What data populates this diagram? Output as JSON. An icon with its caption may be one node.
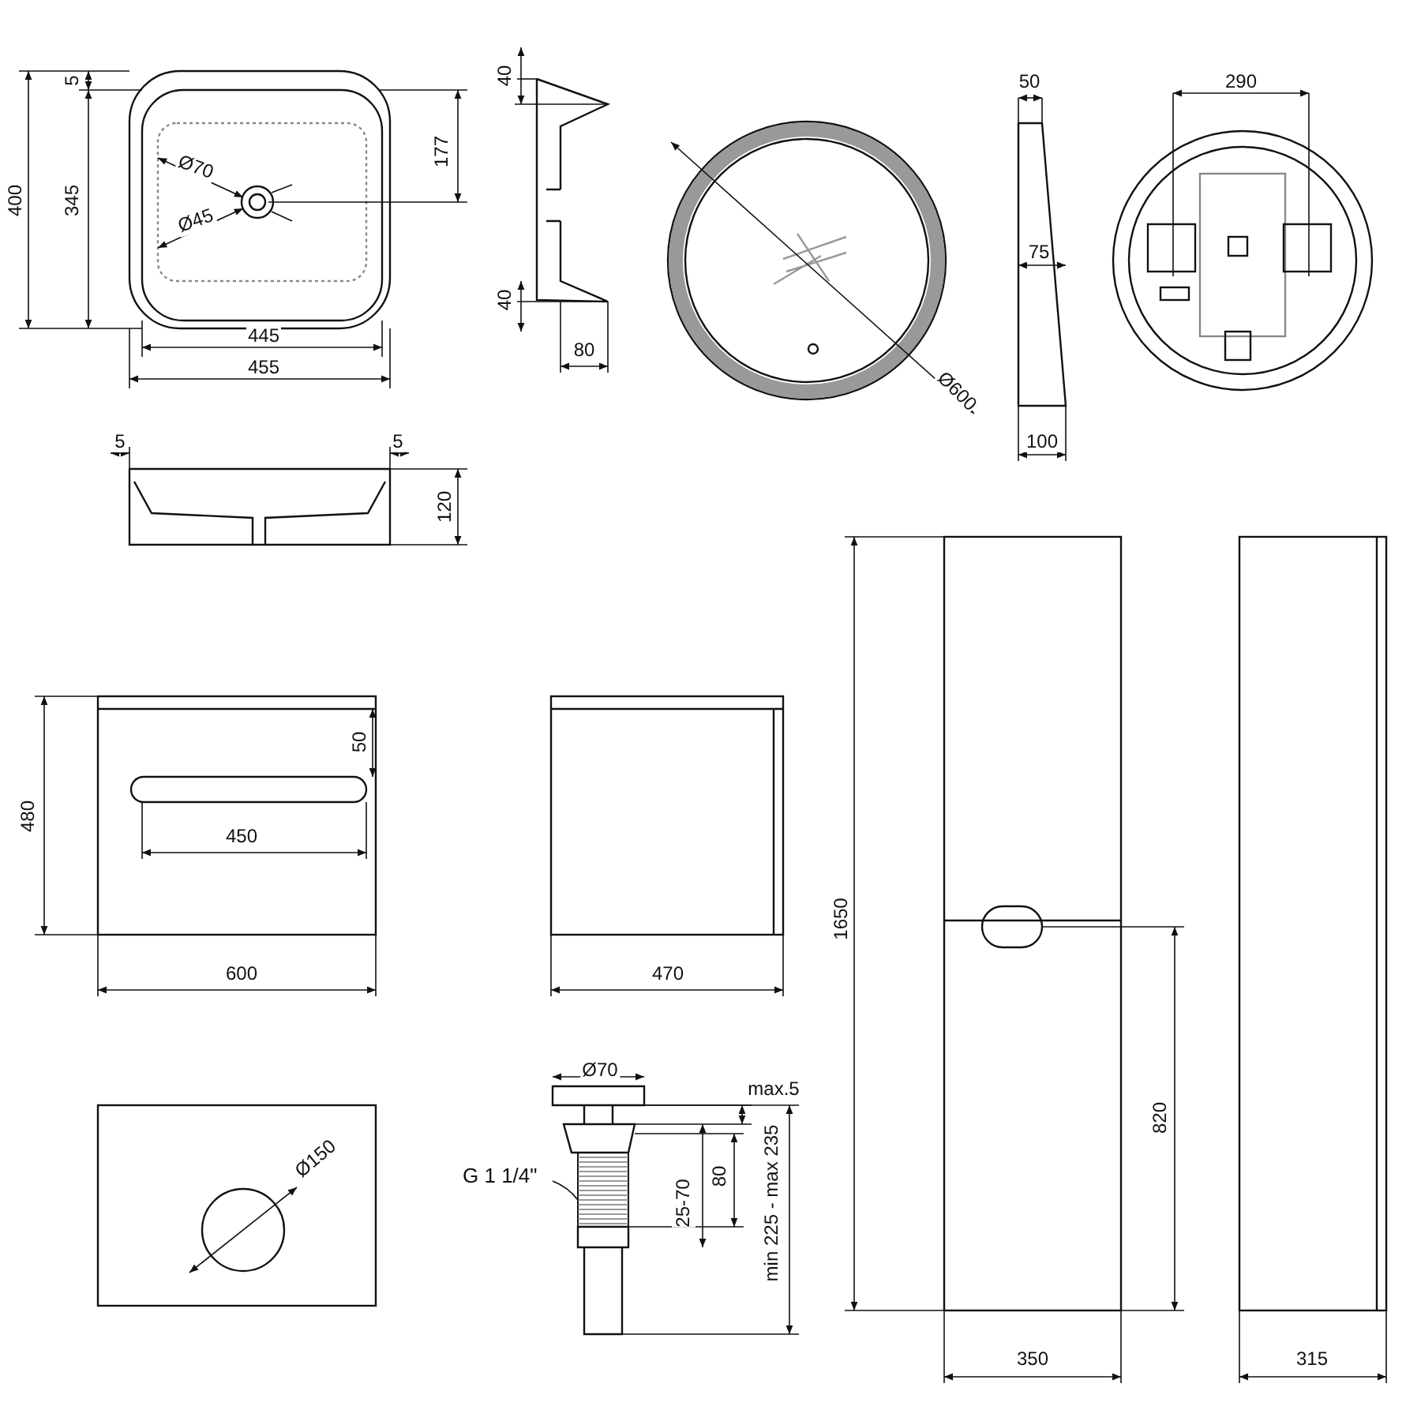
{
  "diagram": {
    "nodes": [
      {
        "text": [
          "G 1 1/4\""
        ]
      },
      {
        "text": [],
        "shape": "picture"
      }
    ],
    "edges": [
      {
        "from": 0,
        "to": 1,
        "arrow": "none"
      }
    ],
    "labels": [
      "400",
      "5",
      "345",
      "177",
      "Ø70",
      "Ø45",
      "445",
      "455",
      "40",
      "40",
      "80",
      "Ø600",
      "50",
      "75",
      "100",
      "290",
      "5",
      "5",
      "120",
      "480",
      "50",
      "450",
      "600",
      "470",
      "1650",
      "820",
      "350",
      "315",
      "Ø150",
      "Ø70",
      "max.5",
      "80",
      "25-70",
      "min 225 - max 235"
    ]
  }
}
